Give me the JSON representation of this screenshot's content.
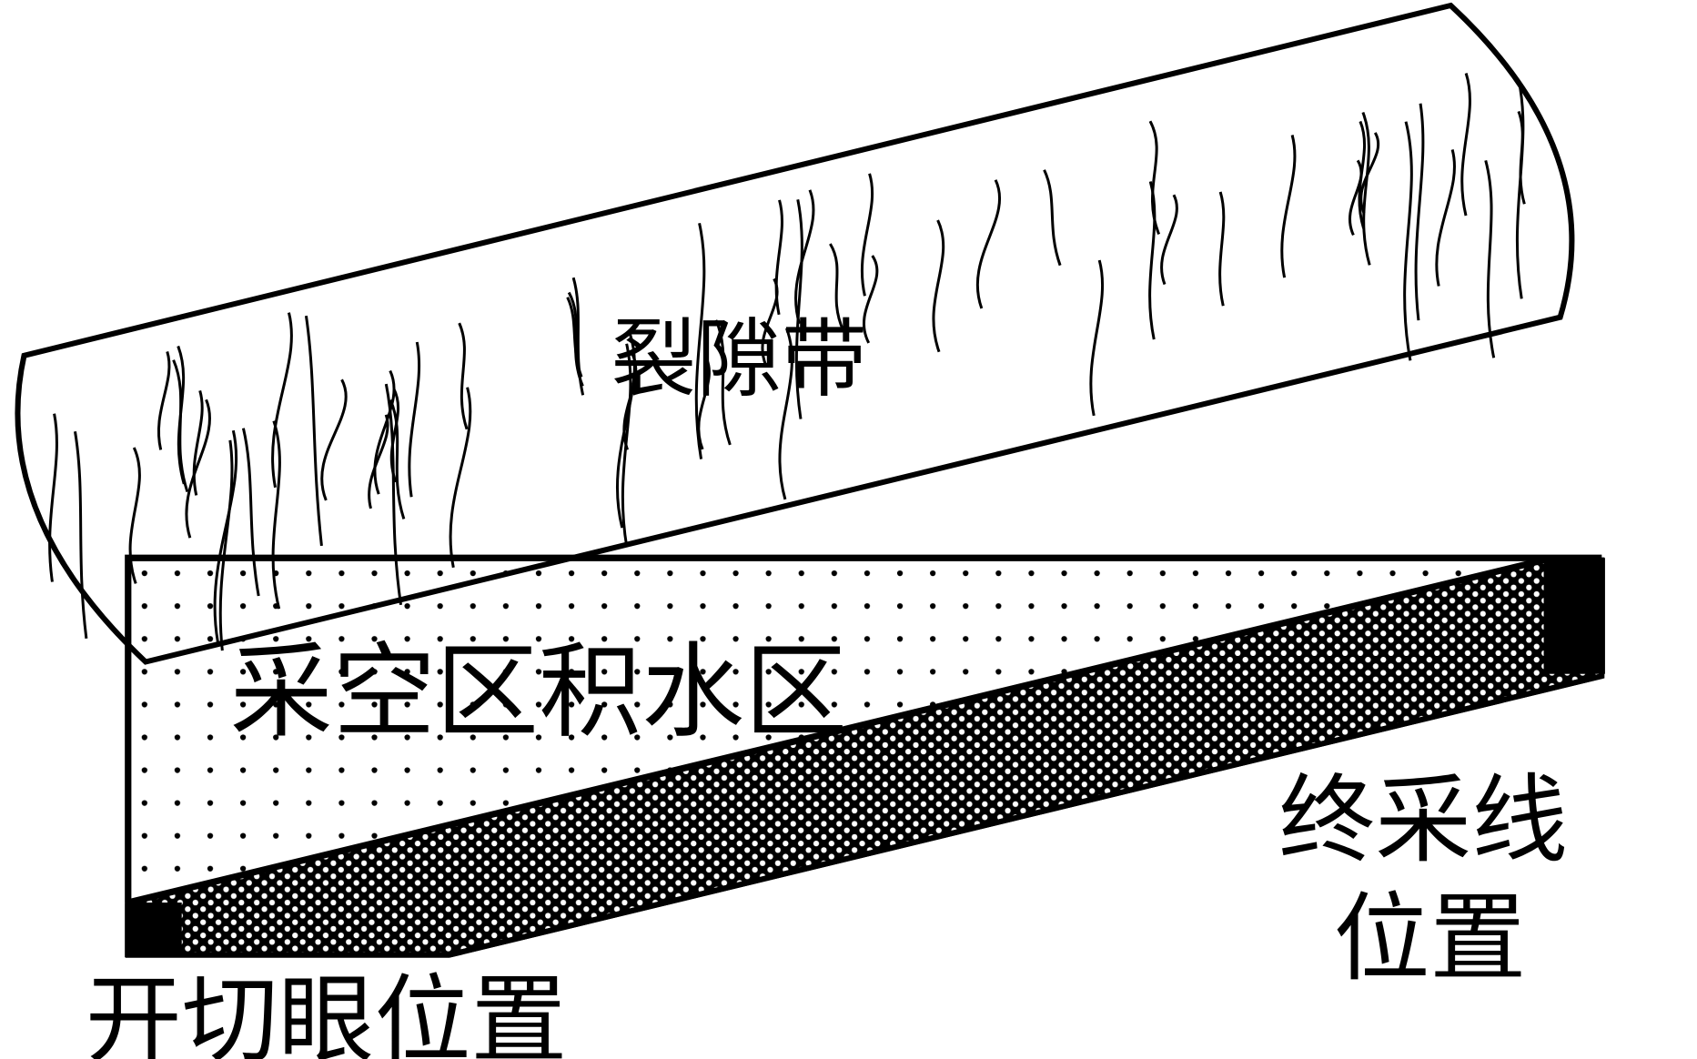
{
  "labels": {
    "fracture_zone": "裂隙带",
    "goaf_water_zone": "采空区积水区",
    "stop_line_1": "终采线",
    "stop_line_2": "位置",
    "open_cut": "开切眼位置"
  },
  "colors": {
    "line": "#000000",
    "background": "#ffffff"
  }
}
